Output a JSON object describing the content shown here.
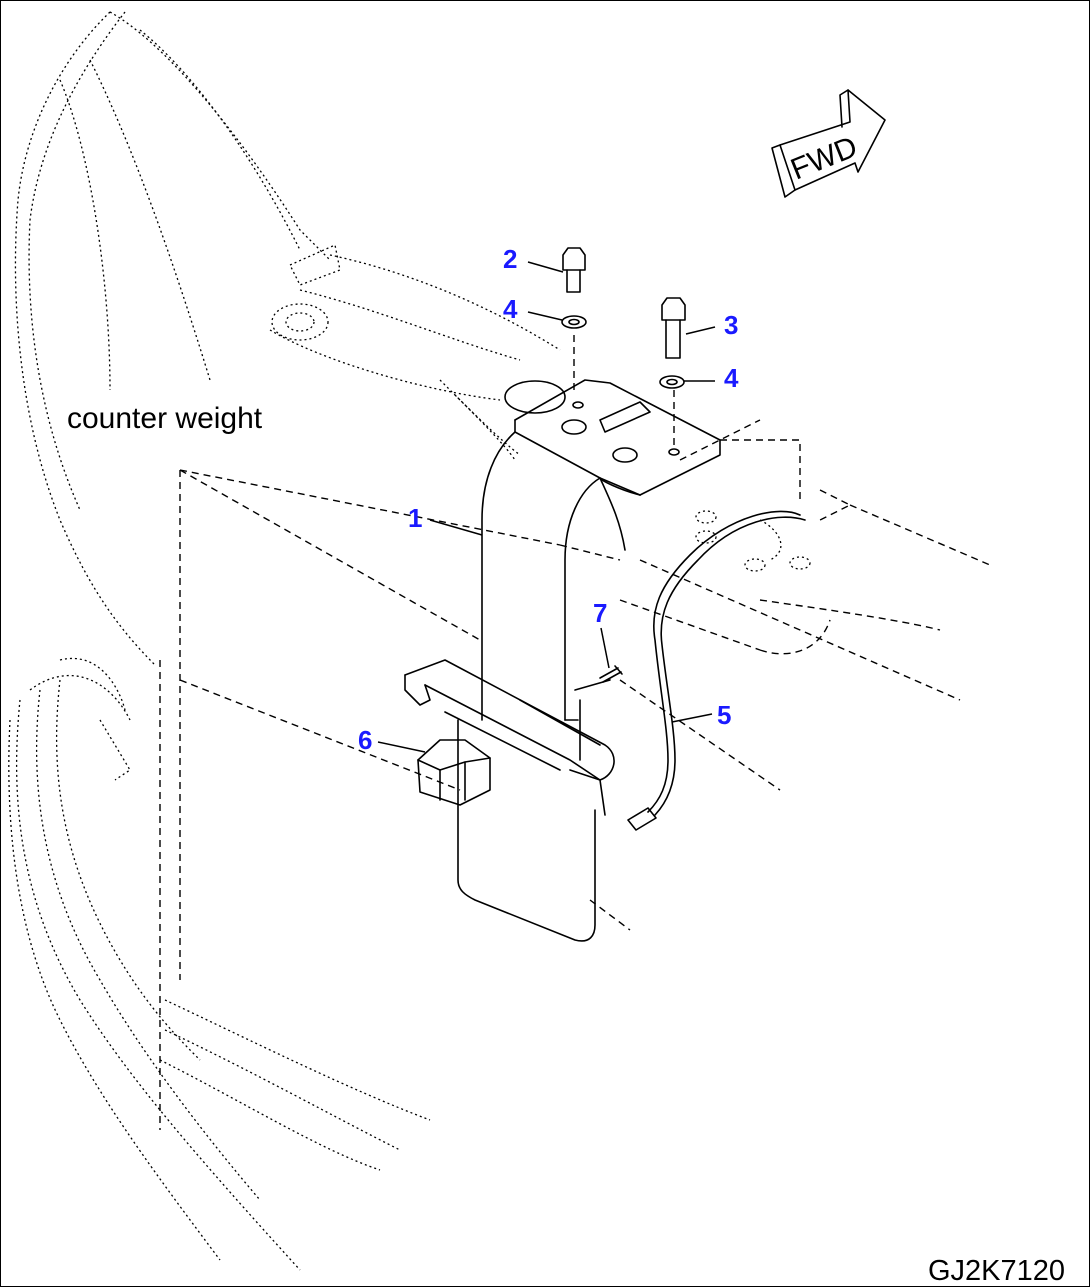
{
  "drawing_code": "GJ2K7120",
  "direction_label": "FWD",
  "component_label": "counter weight",
  "callouts": [
    {
      "id": "1",
      "text": "1"
    },
    {
      "id": "2",
      "text": "2"
    },
    {
      "id": "3",
      "text": "3"
    },
    {
      "id": "4a",
      "text": "4"
    },
    {
      "id": "4b",
      "text": "4"
    },
    {
      "id": "5",
      "text": "5"
    },
    {
      "id": "6",
      "text": "6"
    },
    {
      "id": "7",
      "text": "7"
    }
  ],
  "colors": {
    "callout": "#1a1aff",
    "line": "#000000",
    "background": "#ffffff"
  }
}
